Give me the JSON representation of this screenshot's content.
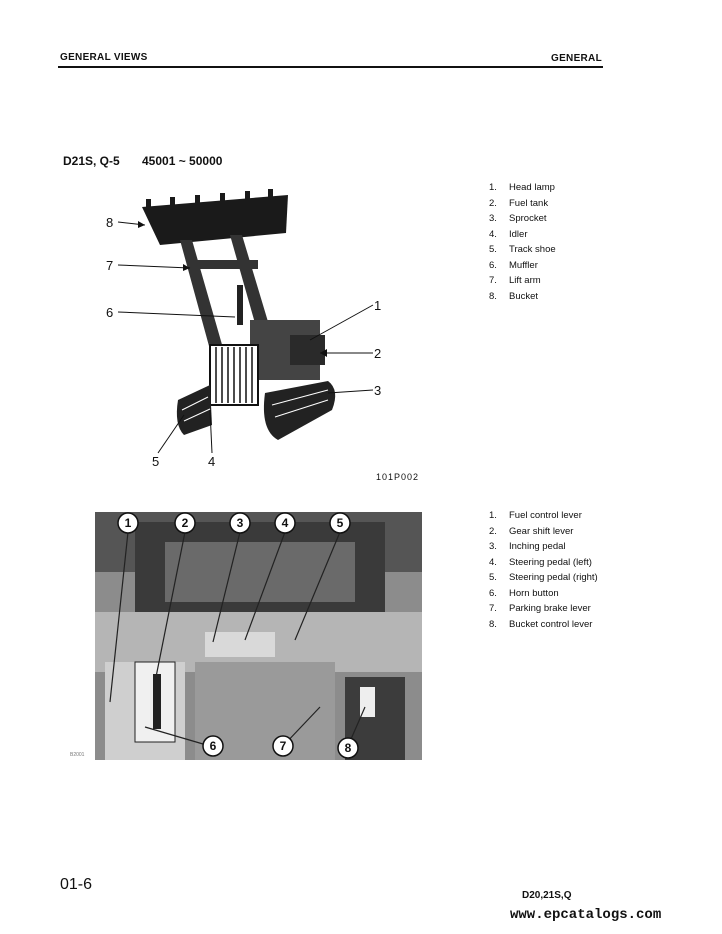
{
  "header": {
    "section_left": "GENERAL VIEWS",
    "section_right": "GENERAL"
  },
  "model": {
    "name": "D21S, Q-5",
    "serial_range": "45001 ~ 50000"
  },
  "figure1": {
    "callouts": [
      "1",
      "2",
      "3",
      "4",
      "5",
      "6",
      "7",
      "8"
    ],
    "code": "101P002",
    "legend": [
      {
        "num": "1.",
        "label": "Head lamp"
      },
      {
        "num": "2.",
        "label": "Fuel tank"
      },
      {
        "num": "3.",
        "label": "Sprocket"
      },
      {
        "num": "4.",
        "label": "Idler"
      },
      {
        "num": "5.",
        "label": "Track shoe"
      },
      {
        "num": "6.",
        "label": "Muffler"
      },
      {
        "num": "7.",
        "label": "Lift arm"
      },
      {
        "num": "8.",
        "label": "Bucket"
      }
    ]
  },
  "figure2": {
    "callouts": [
      "1",
      "2",
      "3",
      "4",
      "5",
      "6",
      "7",
      "8"
    ],
    "code": "B2001",
    "legend": [
      {
        "num": "1.",
        "label": "Fuel control lever"
      },
      {
        "num": "2.",
        "label": "Gear shift lever"
      },
      {
        "num": "3.",
        "label": "Inching pedal"
      },
      {
        "num": "4.",
        "label": "Steering pedal (left)"
      },
      {
        "num": "5.",
        "label": "Steering pedal (right)"
      },
      {
        "num": "6.",
        "label": "Horn button"
      },
      {
        "num": "7.",
        "label": "Parking brake lever"
      },
      {
        "num": "8.",
        "label": "Bucket control lever"
      }
    ]
  },
  "footer": {
    "page": "01-6",
    "model": "D20,21S,Q",
    "watermark": "www.epcatalogs.com"
  }
}
